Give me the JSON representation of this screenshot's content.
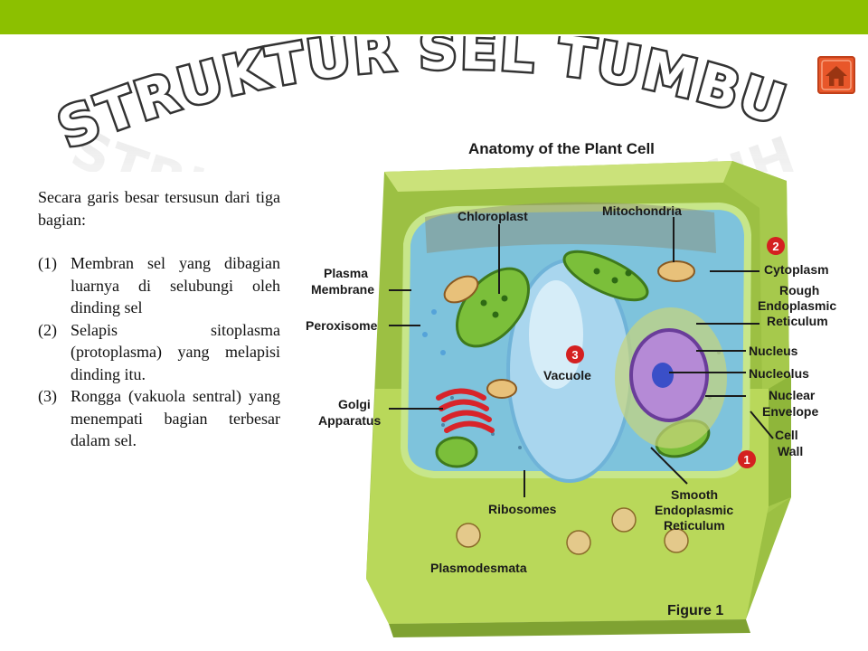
{
  "slide": {
    "title": "STRUKTUR SEL TUMBUHAN",
    "intro": "Secara garis besar tersusun dari tiga bagian:",
    "items": [
      {
        "num": "(1)",
        "text": "Membran sel yang dibagian luarnya di selubungi oleh dinding sel"
      },
      {
        "num": "(2)",
        "text": "Selapis sitoplasma (protoplasma) yang melapisi dinding itu."
      },
      {
        "num": "(3)",
        "text": "Rongga (vakuola sentral) yang menempati bagian terbesar dalam sel."
      }
    ]
  },
  "diagram": {
    "heading": "Anatomy of the Plant Cell",
    "figure": "Figure 1",
    "labels": {
      "chloroplast": "Chloroplast",
      "mitochondria": "Mitochondria",
      "cytoplasm": "Cytoplasm",
      "rough_er_1": "Rough",
      "rough_er_2": "Endoplasmic",
      "rough_er_3": "Reticulum",
      "nucleus": "Nucleus",
      "nucleolus": "Nucleolus",
      "nuclear_env_1": "Nuclear",
      "nuclear_env_2": "Envelope",
      "cell_wall_1": "Cell",
      "cell_wall_2": "Wall",
      "plasma_1": "Plasma",
      "plasma_2": "Membrane",
      "peroxisome": "Peroxisome",
      "golgi_1": "Golgi",
      "golgi_2": "Apparatus",
      "vacuole": "Vacuole",
      "ribosomes": "Ribosomes",
      "smooth_er_1": "Smooth",
      "smooth_er_2": "Endoplasmic",
      "smooth_er_3": "Reticulum",
      "plasmodesmata": "Plasmodesmata"
    },
    "markers": {
      "m1": "1",
      "m2": "2",
      "m3": "3"
    }
  },
  "colors": {
    "top_bar": "#8cc000",
    "title_fill": "#ffffff",
    "title_outline": "#333333",
    "home_button": "#e8572a",
    "cell_wall": "#b9d85a",
    "cytoplasm": "#7ec3dc",
    "vacuole": "#a9d6ee",
    "marker": "#d42020"
  },
  "icons": {
    "home": "home-icon"
  }
}
